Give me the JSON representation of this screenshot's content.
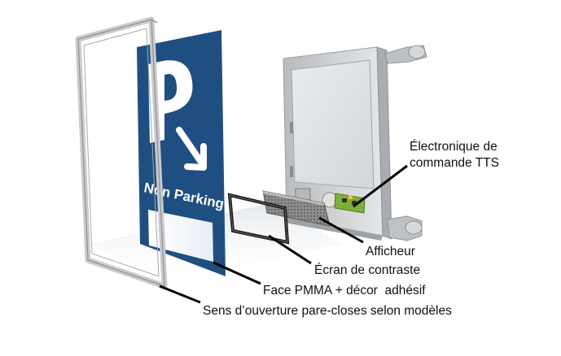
{
  "sign": {
    "letter": "P",
    "text": "Non Parking"
  },
  "labels": {
    "electronics_line1": "Électronique de",
    "electronics_line2": "commande TTS",
    "display": "Afficheur",
    "contrast_screen": "Écran de contraste",
    "pmma_face": "Face PMMA + décor  adhésif",
    "opening_direction": "Sens d’ouverture pare-closes selon modèles"
  },
  "colors": {
    "sign_blue": "#1f4f80",
    "frame_grey": "#c8cacc",
    "leader_black": "#000000",
    "pcb_green": "#7fae3a"
  }
}
